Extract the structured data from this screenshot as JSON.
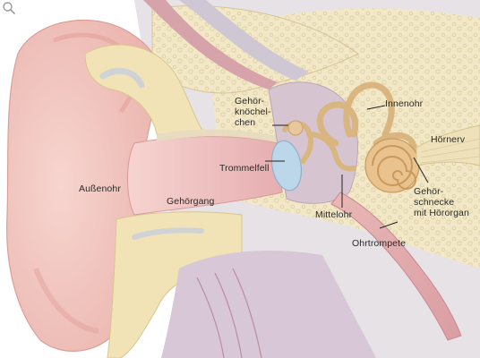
{
  "labels": {
    "gehoerknoechelchen_1": "Gehör-",
    "gehoerknoechelchen_2": "knöchel-",
    "gehoerknoechelchen_3": "chen",
    "innenohr": "Innenohr",
    "hoernerv": "Hörnerv",
    "trommelfell": "Trommelfell",
    "aussenohr": "Außenohr",
    "gehoergang": "Gehörgang",
    "gehoerschnecke_1": "Gehör-",
    "gehoerschnecke_2": "schnecke",
    "gehoerschnecke_3": "mit Hörorgan",
    "mittelohr": "Mittelohr",
    "ohrtrompete": "Ohrtrompete"
  },
  "icons": {
    "zoom": "magnifier-icon"
  },
  "colors": {
    "skin": "#f3c9c4",
    "skin_dark": "#e3a7a1",
    "bone": "#f2e8c7",
    "bone_texture": "#d9c99a",
    "tissue": "#d7d2da",
    "muscle": "#c98c97",
    "ossicles": "#e8c79a",
    "cochlea": "#e9c28d",
    "eardrum": "#bcd6ea",
    "nerve": "#efe2bb"
  }
}
